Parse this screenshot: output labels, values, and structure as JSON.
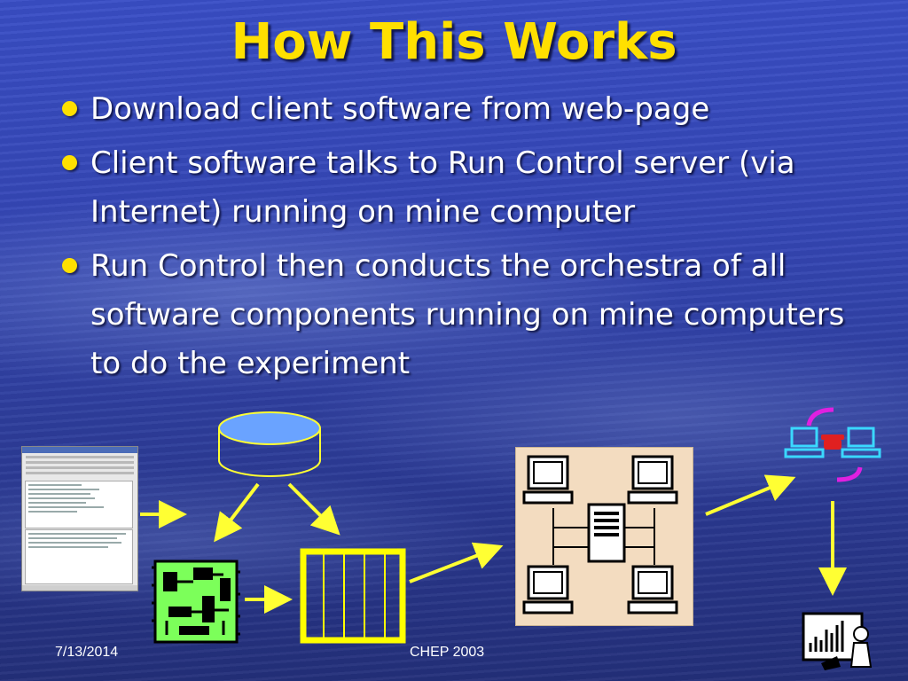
{
  "slide": {
    "title": "How This Works",
    "bullets": [
      "Download client software from web-page",
      "Client software talks to Run Control server (via Internet) running on mine computer",
      "Run Control then conducts the orchestra of all software components running on mine computers to do the experiment"
    ],
    "footer": {
      "date": "7/13/2014",
      "center": "CHEP 2003"
    }
  },
  "colors": {
    "title": "#ffe000",
    "bullet_dot": "#ffe000",
    "text": "#ffffff",
    "arrow": "#ffff33",
    "database_fill": "#6aa3ff",
    "chip_green": "#7cff5a",
    "network_box": "#f3dcc0",
    "crate_outline": "#ffff00"
  },
  "icons": [
    "client-window-icon",
    "database-icon",
    "circuit-board-icon",
    "data-crate-icon",
    "network-icon",
    "telephone-network-icon",
    "chart-presenter-icon"
  ]
}
